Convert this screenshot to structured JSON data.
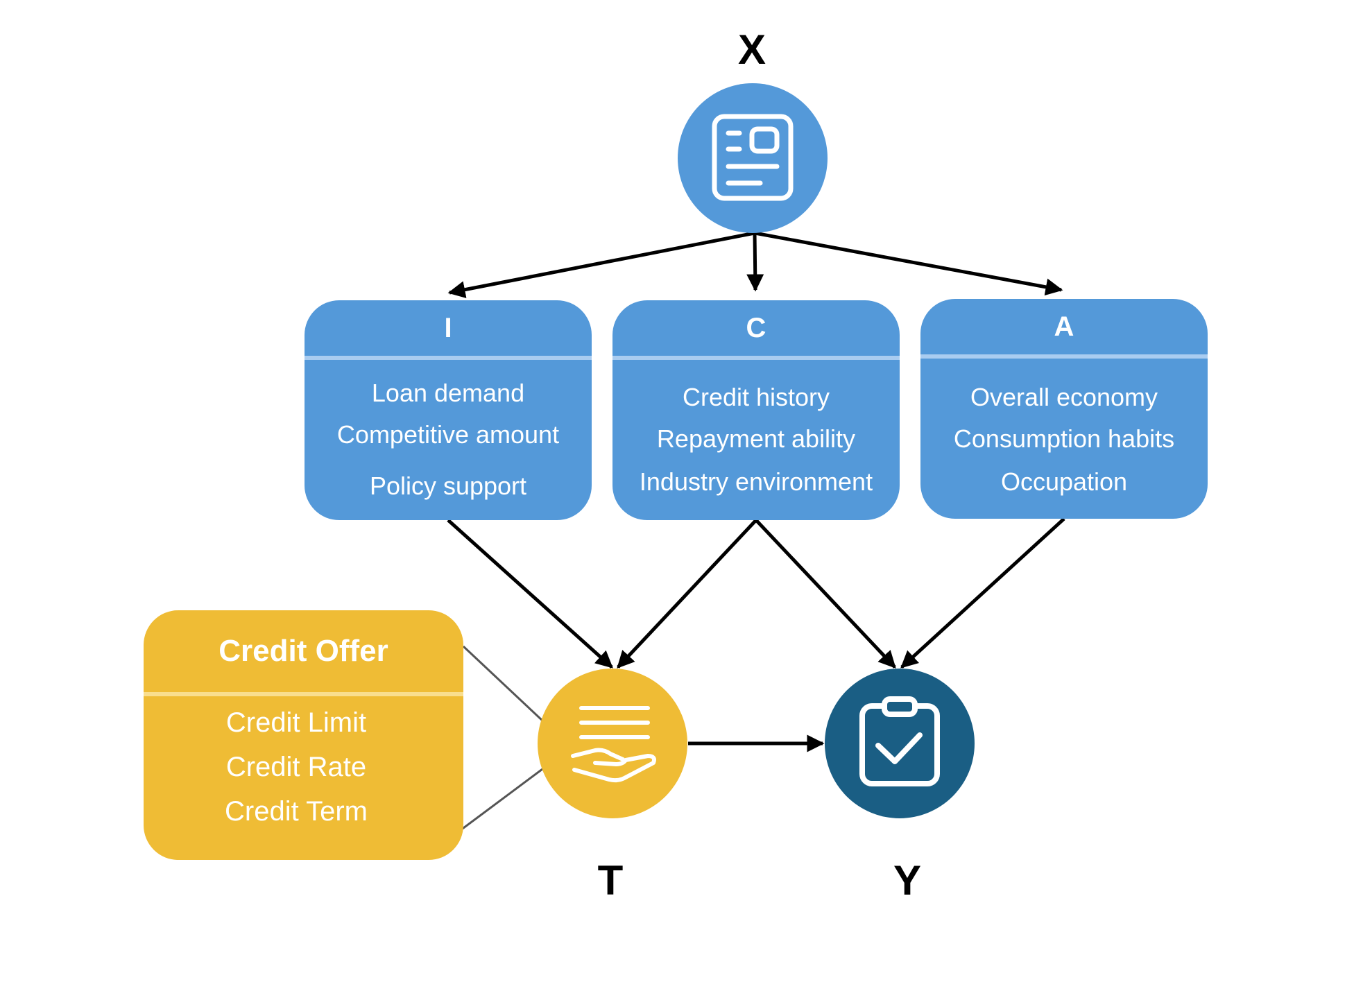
{
  "colors": {
    "blue": "#5499D9",
    "blue_divider": "#A9CCF0",
    "dark_blue": "#1A5E84",
    "gold": "#EFBC35",
    "gold_divider": "#F9DE8E",
    "arrow": "#000000",
    "connector": "#555555"
  },
  "nodes": {
    "x": {
      "label": "X",
      "icon": "document-card-icon"
    },
    "t": {
      "label": "T",
      "icon": "hand-offer-icon"
    },
    "y": {
      "label": "Y",
      "icon": "clipboard-check-icon"
    }
  },
  "boxes": {
    "i": {
      "title": "I",
      "items": [
        "Loan demand",
        "Competitive amount",
        "Policy support"
      ]
    },
    "c": {
      "title": "C",
      "items": [
        "Credit history",
        "Repayment ability",
        "Industry environment"
      ]
    },
    "a": {
      "title": "A",
      "items": [
        "Overall economy",
        "Consumption habits",
        "Occupation"
      ]
    }
  },
  "credit_offer": {
    "title": "Credit Offer",
    "items": [
      "Credit Limit",
      "Credit Rate",
      "Credit Term"
    ]
  }
}
